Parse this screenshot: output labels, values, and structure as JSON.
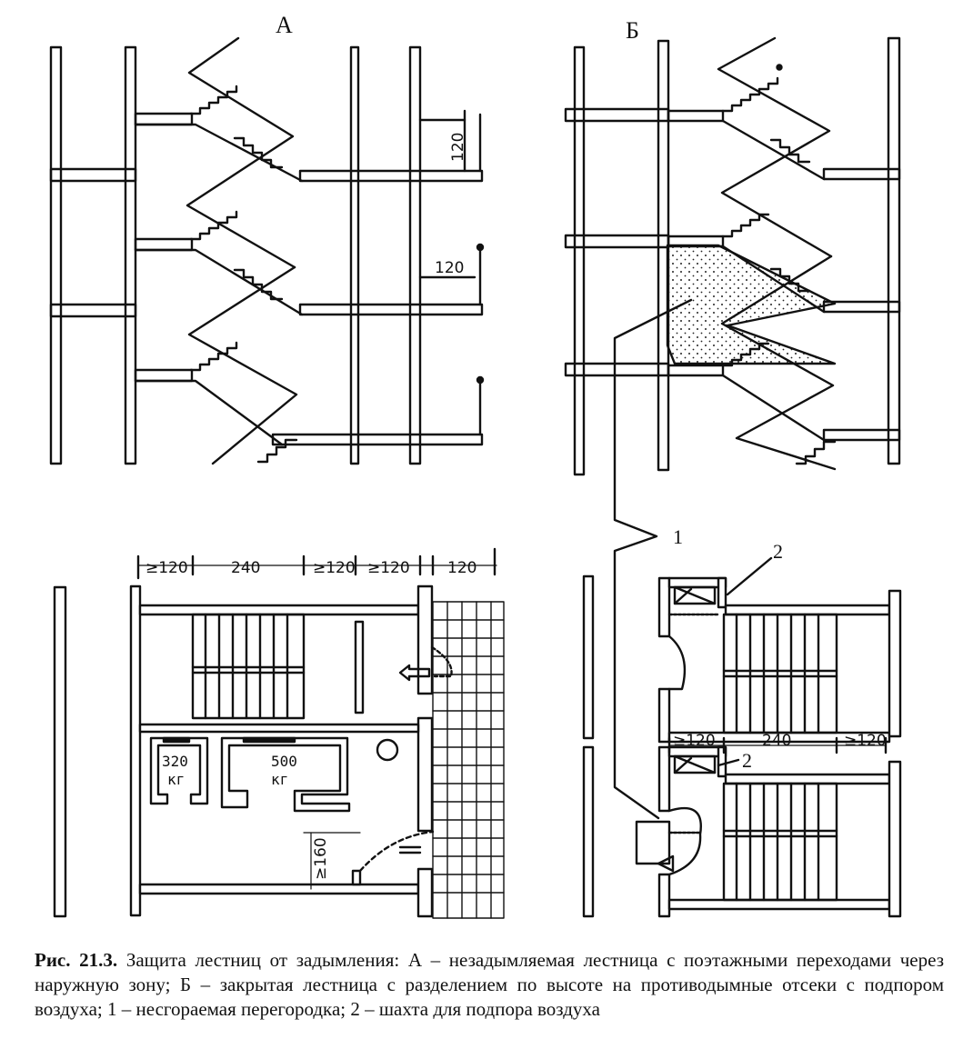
{
  "labels": {
    "a": "А",
    "b": "Б",
    "one": "1",
    "two_top": "2",
    "two_bottom": "2"
  },
  "section_a": {
    "dim_1": "120",
    "dim_2": "120"
  },
  "plan_a": {
    "dims_top": [
      "≥120",
      "240",
      "≥120",
      "≥120",
      "120"
    ],
    "dim_vertical": "≥160",
    "room_small": {
      "value": "320",
      "unit": "кг"
    },
    "room_large": {
      "value": "500",
      "unit": "кг"
    }
  },
  "plan_b": {
    "dims": [
      "≥120",
      "240",
      "≥120"
    ]
  },
  "caption": {
    "lead": "Рис. 21.3.",
    "text": "Защита лестниц от задымления: А – незадымляемая лестница с поэтажными переходами через наружную зону; Б – закрытая лестница с разделением по высоте на противодымные отсеки с подпором воздуха; 1 – несгораемая перегородка; 2 – шахта для подпора воздуха"
  }
}
